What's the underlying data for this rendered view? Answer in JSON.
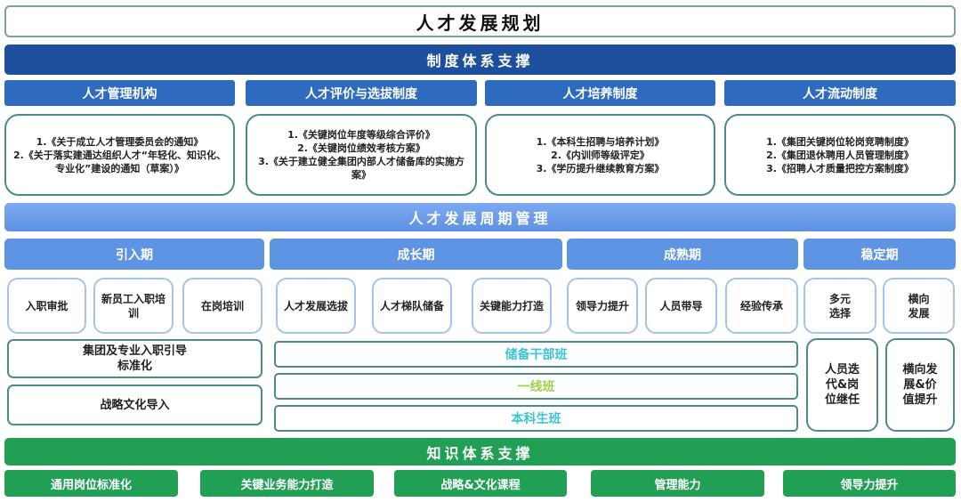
{
  "title": "人才发展规划",
  "institution": {
    "label": "制度体系支撑",
    "columns": [
      {
        "header": "人才管理机构",
        "items": [
          "1.《关于成立人才管理委员会的通知》",
          "2.《关于落实建通达组织人才“年轻化、知识化、专业化”建设的通知（草案）》"
        ]
      },
      {
        "header": "人才评价与选拔制度",
        "items": [
          "1.《关键岗位年度等级综合评价》",
          "2.《关键岗位绩效考核方案》",
          "3.《关于建立健全集团内部人才储备库的实施方案》"
        ]
      },
      {
        "header": "人才培养制度",
        "items": [
          "1.《本科生招聘与培养计划》",
          "2.《内训师等级评定》",
          "3.《学历提升继续教育方案》"
        ]
      },
      {
        "header": "人才流动制度",
        "items": [
          "1.《集团关键岗位轮岗竞聘制度》",
          "2.《集团退休聘用人员管理制度》",
          "3.《招聘人才质量把控方案制度》"
        ]
      }
    ]
  },
  "cycle": {
    "label": "人才发展周期管理",
    "phases": [
      "引入期",
      "成长期",
      "成熟期",
      "稳定期"
    ],
    "steps": [
      "入职审批",
      "新员工入职培训",
      "在岗培训",
      "人才发展选拔",
      "人才梯队储备",
      "关键能力打造",
      "领导力提升",
      "人员带导",
      "经验传承",
      "多元选择",
      "横向发展"
    ],
    "intro_items": [
      "集团及专业入职引导标准化",
      "战略文化导入"
    ],
    "classes": [
      {
        "label": "储备干部班",
        "color": "#3ec3d3"
      },
      {
        "label": "一线班",
        "color": "#9ed24c"
      },
      {
        "label": "本科生班",
        "color": "#3ec3d3"
      }
    ],
    "stable_items": [
      "人员迭代&岗位继任",
      "横向发展&价值提升"
    ]
  },
  "knowledge": {
    "label": "知识体系支撑",
    "items": [
      "通用岗位标准化",
      "关键业务能力打造",
      "战略&文化课程",
      "管理能力",
      "领导力提升"
    ]
  }
}
